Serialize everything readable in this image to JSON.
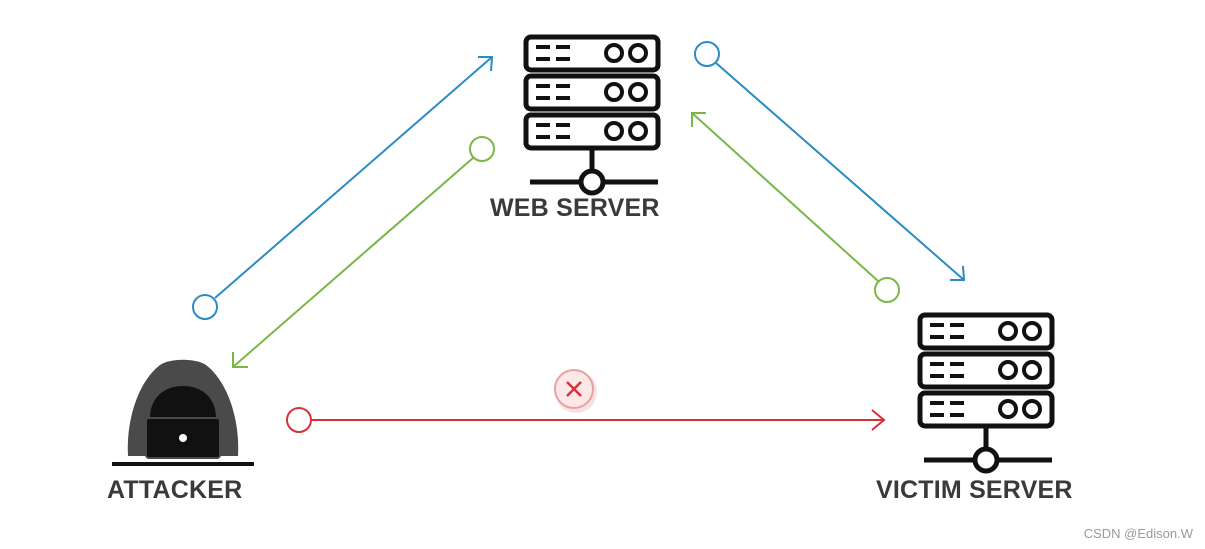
{
  "nodes": {
    "web_server": {
      "label": "WEB SERVER",
      "icon": "server-icon"
    },
    "victim_server": {
      "label": "VICTIM SERVER",
      "icon": "server-icon"
    },
    "attacker": {
      "label": "ATTACKER",
      "icon": "hacker-icon"
    }
  },
  "connections": [
    {
      "from": "attacker",
      "to": "web_server",
      "color": "#2b8cc4",
      "status": "allowed"
    },
    {
      "from": "web_server",
      "to": "attacker",
      "color": "#7ab648",
      "status": "allowed"
    },
    {
      "from": "web_server",
      "to": "victim_server",
      "color": "#2b8cc4",
      "status": "allowed"
    },
    {
      "from": "victim_server",
      "to": "web_server",
      "color": "#7ab648",
      "status": "allowed"
    },
    {
      "from": "attacker",
      "to": "victim_server",
      "color": "#d9313c",
      "status": "blocked",
      "marker": "blocked-x-icon"
    }
  ],
  "colors": {
    "icon": "#111111",
    "label": "#3a3a3a"
  },
  "watermark": "CSDN @Edison.W"
}
